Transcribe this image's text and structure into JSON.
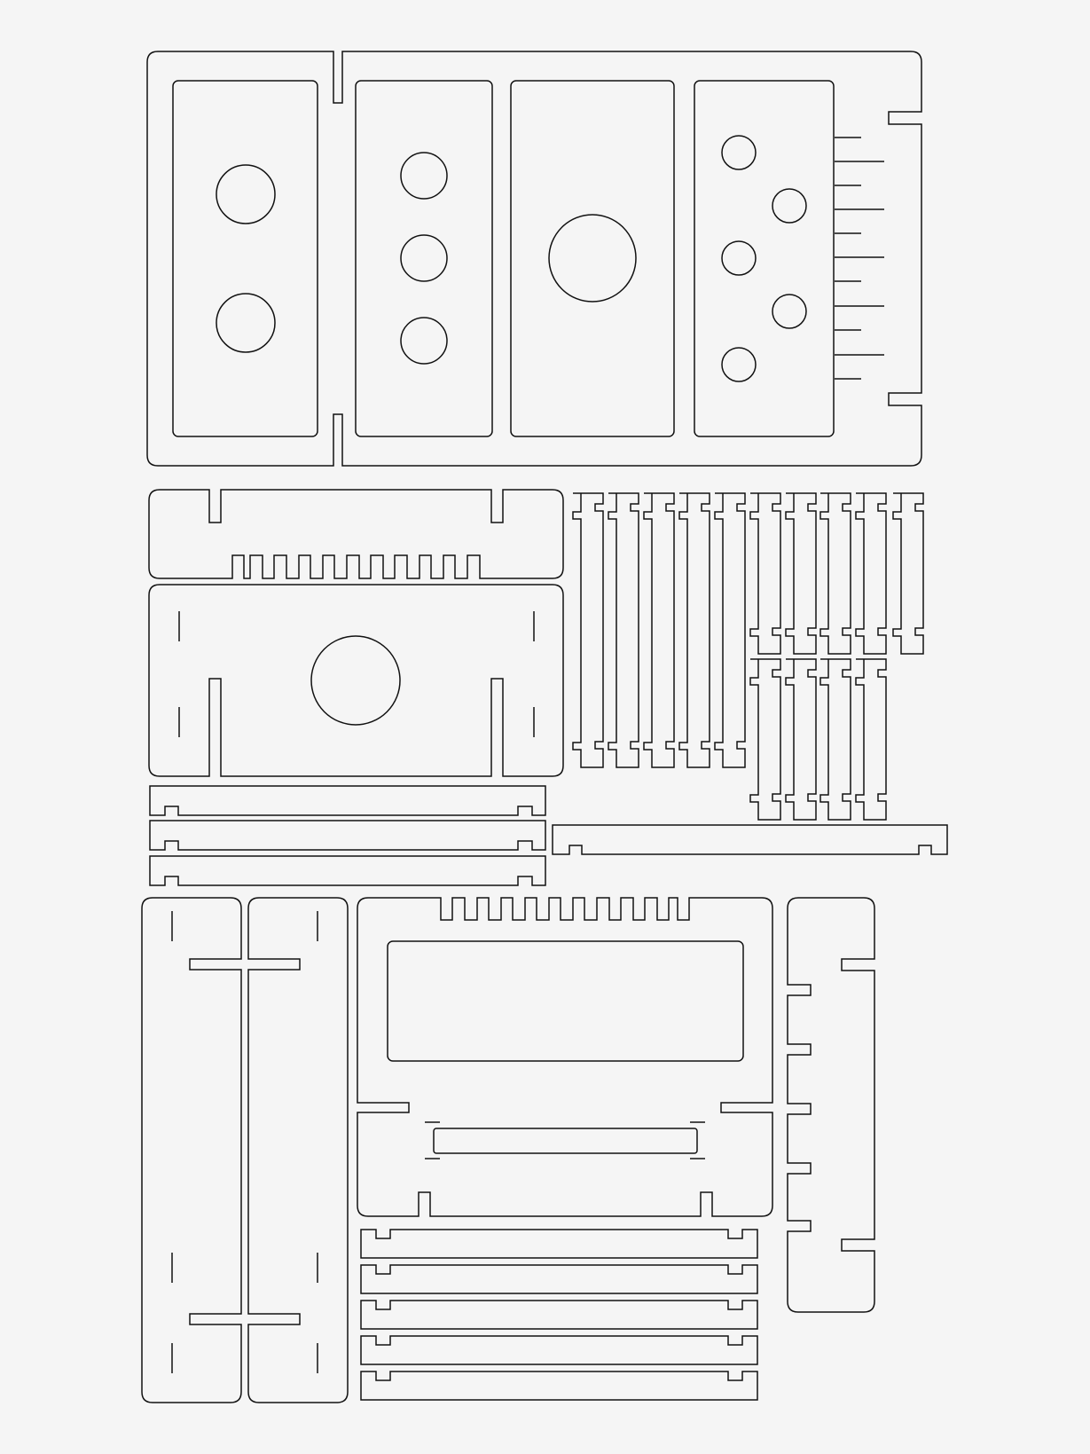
{
  "sheet": {
    "background": "#f5f5f5",
    "stroke_color": "#111111",
    "description_visible_text": ""
  },
  "parts": [
    "panel-large-top",
    "compartment-holes-2",
    "compartment-holes-3",
    "compartment-hole-1",
    "compartment-holes-5",
    "scale-ticks",
    "strip-comb",
    "panel-front-hole",
    "slats-short",
    "slats-vertical",
    "slat-long",
    "side-panels",
    "panel-window",
    "side-panel-teeth",
    "rails-bottom"
  ]
}
